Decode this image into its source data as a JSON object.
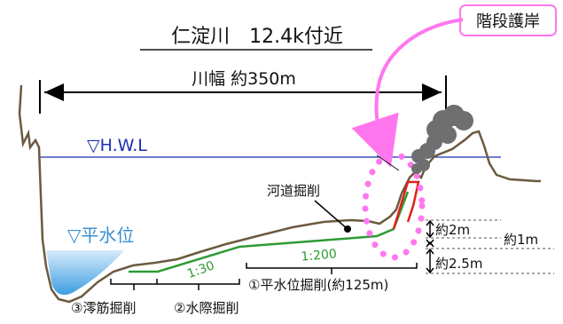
{
  "title": "仁淀川　12.4k付近",
  "callout": "階段護岸",
  "river_width": "川幅 約350m",
  "hwl": "▽H.W.L",
  "low_water": "▽平水位",
  "channel_excavation": "河道掘削",
  "slope_1": "1:30",
  "slope_2": "1:200",
  "dims": {
    "about_2m": "約2m",
    "about_1m": "約1m",
    "about_2_5m": "約2.5m"
  },
  "works": {
    "w1": "①平水位掘削(約125m)",
    "w2": "②水際掘削",
    "w3": "③澪筋掘削"
  },
  "colors": {
    "ground": "#6b5a3e",
    "hwl_line": "#1a2fb5",
    "water": "#4aa6e8",
    "excavation_line": "#2e9a35",
    "revetment": "#e0201a",
    "callout": "#ff77ee"
  }
}
